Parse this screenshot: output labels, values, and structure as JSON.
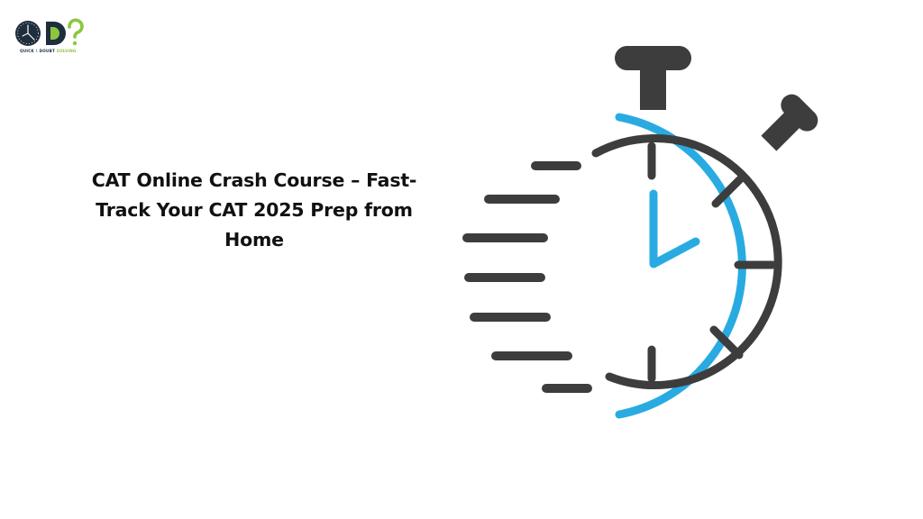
{
  "logo": {
    "letters": "QDS",
    "tagline": {
      "word1": "QUICK",
      "separator": "\\",
      "word2": "DOUBT",
      "word3": "SOLVING"
    },
    "colors": {
      "navy": "#1f2d3d",
      "green": "#8cc63f"
    }
  },
  "headline": {
    "text": "CAT Online Crash Course – Fast-Track Your CAT 2025 Prep from Home"
  },
  "illustration": {
    "icon": "stopwatch-icon",
    "colors": {
      "dark": "#3d3d3d",
      "accent": "#29abe2"
    }
  }
}
